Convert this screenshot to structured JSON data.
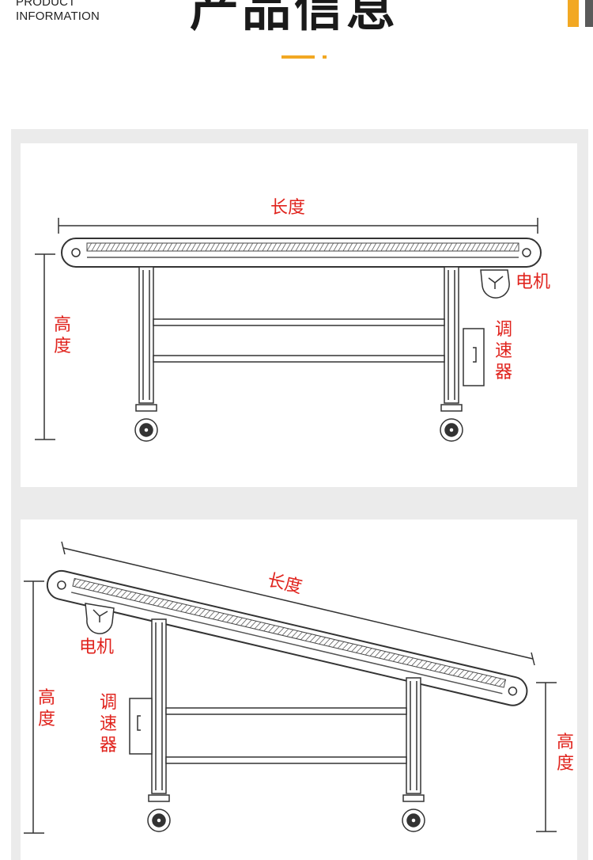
{
  "header": {
    "label_line1": "PRODUCT",
    "label_line2": "INFORMATION",
    "title": "产品信息",
    "accent_color": "#f2a823"
  },
  "diagrams": [
    {
      "name": "flat-conveyor",
      "length": "长度",
      "height": "高度",
      "motor": "电机",
      "speed_controller": "调速器"
    },
    {
      "name": "inclined-conveyor",
      "length": "长度",
      "height_left": "高度",
      "height_right": "高度",
      "motor": "电机",
      "speed_controller": "调速器"
    }
  ],
  "colors": {
    "label_red": "#e0231d",
    "line": "#333333",
    "panel_bg": "#ebebeb"
  }
}
